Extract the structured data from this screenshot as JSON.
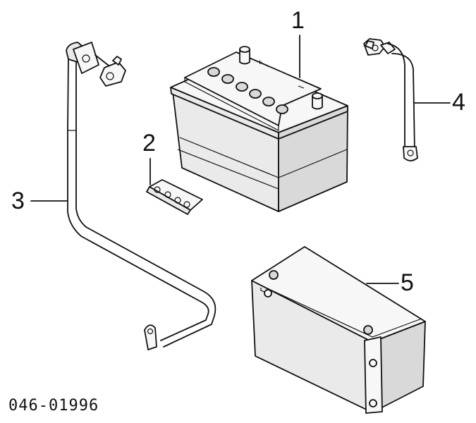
{
  "callouts": {
    "battery": "1",
    "bracket": "2",
    "negative_cable": "3",
    "positive_cable": "4",
    "battery_box": "5"
  },
  "diagram_code": "046-01996"
}
